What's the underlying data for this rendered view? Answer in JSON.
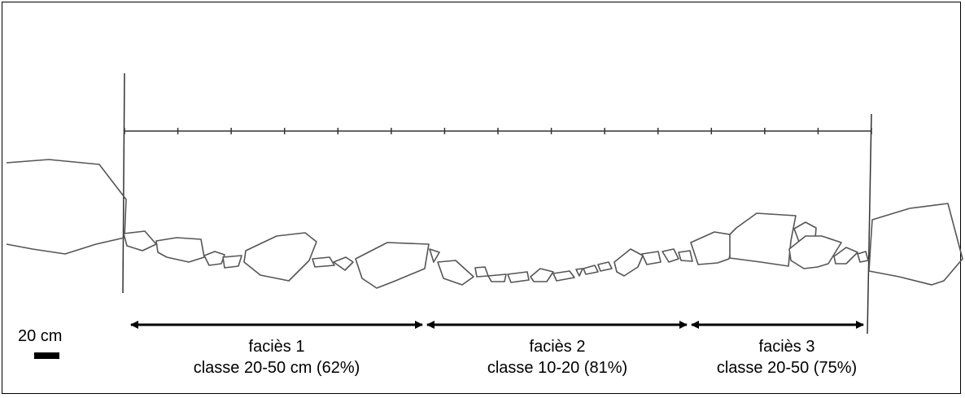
{
  "scale": {
    "label": "20 cm"
  },
  "facies": [
    {
      "name": "faciès 1",
      "class": "classe 20-50 cm (62%)"
    },
    {
      "name": "faciès 2",
      "class": "classe 10-20 (81%)"
    },
    {
      "name": "faciès 3",
      "class": "classe 20-50 (75%)"
    }
  ],
  "colors": {
    "ink": "#000000",
    "stone_outline": "#555555"
  }
}
